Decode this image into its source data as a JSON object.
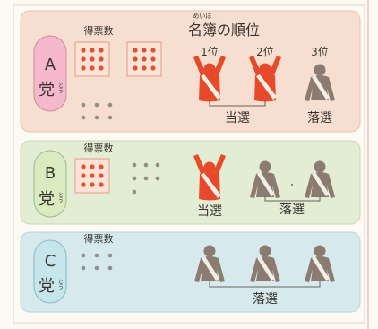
{
  "colors": {
    "page_bg": "#fdf9f3",
    "border": "#d9a79a",
    "panel_a": "#f6dfd0",
    "panel_b": "#e2edd3",
    "panel_c": "#d6eaee",
    "badge_a": "#f5b8cc",
    "badge_b": "#d9ecc0",
    "badge_c": "#c7e6ec",
    "vote_box_border": "#e49a86",
    "vote_box_fill": "#fbe3d8",
    "vote_red": "#e2502c",
    "vote_gray": "#958d84",
    "elected": "#e64a2a",
    "defeated": "#8b7b70",
    "sash": "#f4efe6",
    "text": "#3a3430",
    "bracket": "#6b625b"
  },
  "header": {
    "votes_label": "得票数",
    "ruby": "めいぼ",
    "ranking_title": "名簿の順位",
    "ranks": [
      "1位",
      "2位",
      "3位"
    ]
  },
  "parties": [
    {
      "id": "a",
      "letter": "A",
      "name": "党",
      "reading": "とう",
      "votes_label": "得票数",
      "elected_label": "当選",
      "defeated_label": "落選",
      "vote_boxes": 2,
      "candidates": [
        "elected",
        "elected",
        "defeated"
      ]
    },
    {
      "id": "b",
      "letter": "B",
      "name": "党",
      "reading": "とう",
      "votes_label": "得票数",
      "elected_label": "当選",
      "defeated_label": "落選",
      "vote_boxes": 1,
      "candidates": [
        "elected",
        "defeated",
        "defeated"
      ]
    },
    {
      "id": "c",
      "letter": "C",
      "name": "党",
      "reading": "とう",
      "votes_label": "得票数",
      "defeated_label": "落選",
      "vote_boxes": 0,
      "candidates": [
        "defeated",
        "defeated",
        "defeated"
      ]
    }
  ]
}
